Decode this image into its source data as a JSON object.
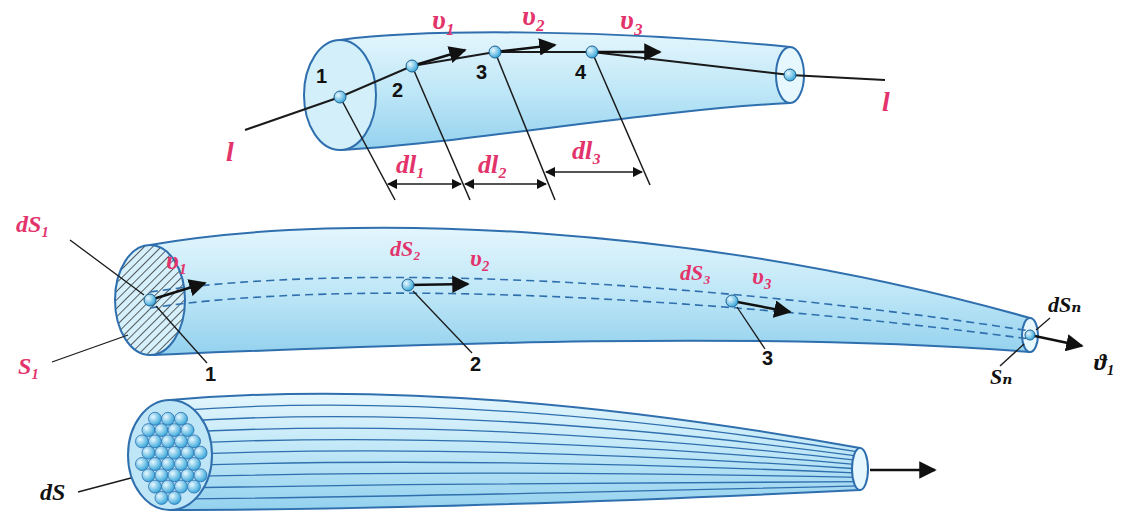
{
  "diagram": {
    "labels": [
      "υ₁",
      "υ₂",
      "υ₃",
      "1",
      "2",
      "3",
      "4",
      "l",
      "l",
      "dl₁",
      "dl₂",
      "dl₃",
      "dS₁",
      "υ₁",
      "dS₂",
      "υ₂",
      "dS₃",
      "υ₃",
      "dSₙ",
      "S₁",
      "1",
      "2",
      "3",
      "Sₙ",
      "ϑ₁",
      "dS"
    ]
  }
}
